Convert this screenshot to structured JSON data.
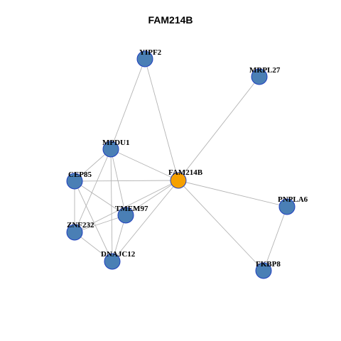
{
  "title": "FAM214B",
  "colors": {
    "node_fill": "#4a7fb5",
    "center_fill": "#f5a000",
    "node_stroke": "#1f3fbf",
    "edge": "#b4b4b4"
  },
  "network": {
    "center": "FAM214B",
    "nodes": [
      "FAM214B",
      "YIPF2",
      "MRPL27",
      "MPDU1",
      "CEP85",
      "TMEM97",
      "ZNF232",
      "DNAJC12",
      "PNPLA6",
      "FKBP8"
    ],
    "edges": [
      [
        "FAM214B",
        "YIPF2"
      ],
      [
        "FAM214B",
        "MRPL27"
      ],
      [
        "FAM214B",
        "MPDU1"
      ],
      [
        "FAM214B",
        "CEP85"
      ],
      [
        "FAM214B",
        "TMEM97"
      ],
      [
        "FAM214B",
        "ZNF232"
      ],
      [
        "FAM214B",
        "DNAJC12"
      ],
      [
        "FAM214B",
        "PNPLA6"
      ],
      [
        "FAM214B",
        "FKBP8"
      ],
      [
        "YIPF2",
        "MPDU1"
      ],
      [
        "MPDU1",
        "CEP85"
      ],
      [
        "MPDU1",
        "TMEM97"
      ],
      [
        "MPDU1",
        "ZNF232"
      ],
      [
        "MPDU1",
        "DNAJC12"
      ],
      [
        "CEP85",
        "TMEM97"
      ],
      [
        "CEP85",
        "ZNF232"
      ],
      [
        "CEP85",
        "DNAJC12"
      ],
      [
        "TMEM97",
        "ZNF232"
      ],
      [
        "TMEM97",
        "DNAJC12"
      ],
      [
        "ZNF232",
        "DNAJC12"
      ],
      [
        "PNPLA6",
        "FKBP8"
      ]
    ]
  }
}
